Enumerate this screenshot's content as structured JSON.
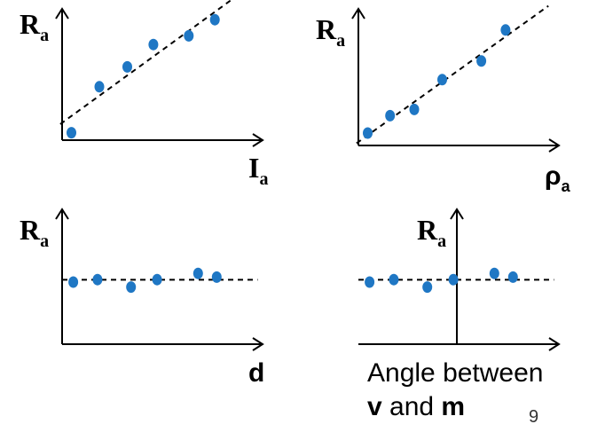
{
  "chart_data": [
    {
      "type": "scatter",
      "ylabel": "R",
      "ylabel_sub": "a",
      "xlabel": "I",
      "xlabel_sub": "a",
      "trendline": "dashed-linear",
      "points": [
        [
          0.05,
          0.06
        ],
        [
          0.2,
          0.43
        ],
        [
          0.35,
          0.59
        ],
        [
          0.49,
          0.77
        ],
        [
          0.68,
          0.84
        ],
        [
          0.82,
          0.97
        ]
      ]
    },
    {
      "type": "scatter",
      "ylabel": "R",
      "ylabel_sub": "a",
      "xlabel": "ρ",
      "xlabel_sub": "a",
      "trendline": "dashed-linear",
      "points": [
        [
          0.05,
          0.1
        ],
        [
          0.17,
          0.24
        ],
        [
          0.3,
          0.29
        ],
        [
          0.45,
          0.53
        ],
        [
          0.66,
          0.68
        ],
        [
          0.79,
          0.93
        ]
      ]
    },
    {
      "type": "scatter",
      "ylabel": "R",
      "ylabel_sub": "a",
      "xlabel": "d",
      "xlabel_sub": "",
      "trendline": "dashed-constant",
      "points": [
        [
          0.06,
          0.5
        ],
        [
          0.19,
          0.52
        ],
        [
          0.37,
          0.46
        ],
        [
          0.51,
          0.52
        ],
        [
          0.73,
          0.57
        ],
        [
          0.83,
          0.54
        ]
      ]
    },
    {
      "type": "scatter",
      "ylabel": "R",
      "ylabel_sub": "a",
      "xlabel_lines": [
        [
          {
            "text": "Angle between",
            "bold": false
          }
        ],
        [
          {
            "text": "v",
            "bold": true
          },
          {
            "text": " and ",
            "bold": false
          },
          {
            "text": "m",
            "bold": true
          }
        ]
      ],
      "y_axis_position": "center",
      "trendline": "dashed-constant",
      "points": [
        [
          0.06,
          0.5
        ],
        [
          0.19,
          0.52
        ],
        [
          0.37,
          0.46
        ],
        [
          0.51,
          0.52
        ],
        [
          0.73,
          0.57
        ],
        [
          0.83,
          0.54
        ]
      ]
    }
  ],
  "page_number": "9"
}
